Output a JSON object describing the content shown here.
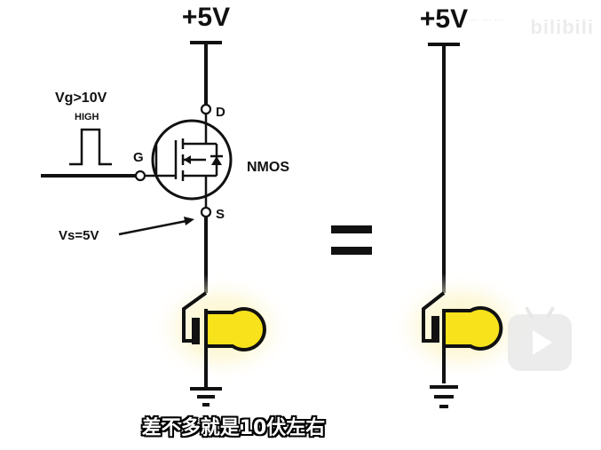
{
  "diagram": {
    "left": {
      "supply_label": "+5V",
      "gate_signal_label": "Vg>10V",
      "gate_level_label": "HIGH",
      "pin_drain": "D",
      "pin_gate": "G",
      "pin_source": "S",
      "device_label": "NMOS",
      "source_voltage_label": "Vs=5V"
    },
    "equals_sign": "=",
    "right": {
      "supply_label": "+5V"
    }
  },
  "subtitle": "差不多就是10伏左右",
  "watermark": {
    "text": "bilibili"
  },
  "player": {
    "icon": "play-button-icon"
  },
  "colors": {
    "bulb_fill": "#f7e21c",
    "glow": "#fbf3b8",
    "wire": "#111111"
  }
}
